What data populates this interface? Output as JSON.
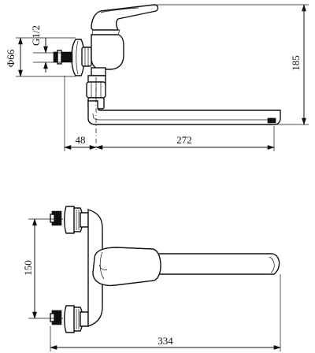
{
  "top_view": {
    "dim_outlet_width": "272",
    "dim_wall_offset": "48",
    "dim_height": "185",
    "dim_diameter": "Φ66",
    "dim_thread": "G1/2"
  },
  "front_view": {
    "dim_inlet_spacing": "150",
    "dim_total_length": "334"
  }
}
